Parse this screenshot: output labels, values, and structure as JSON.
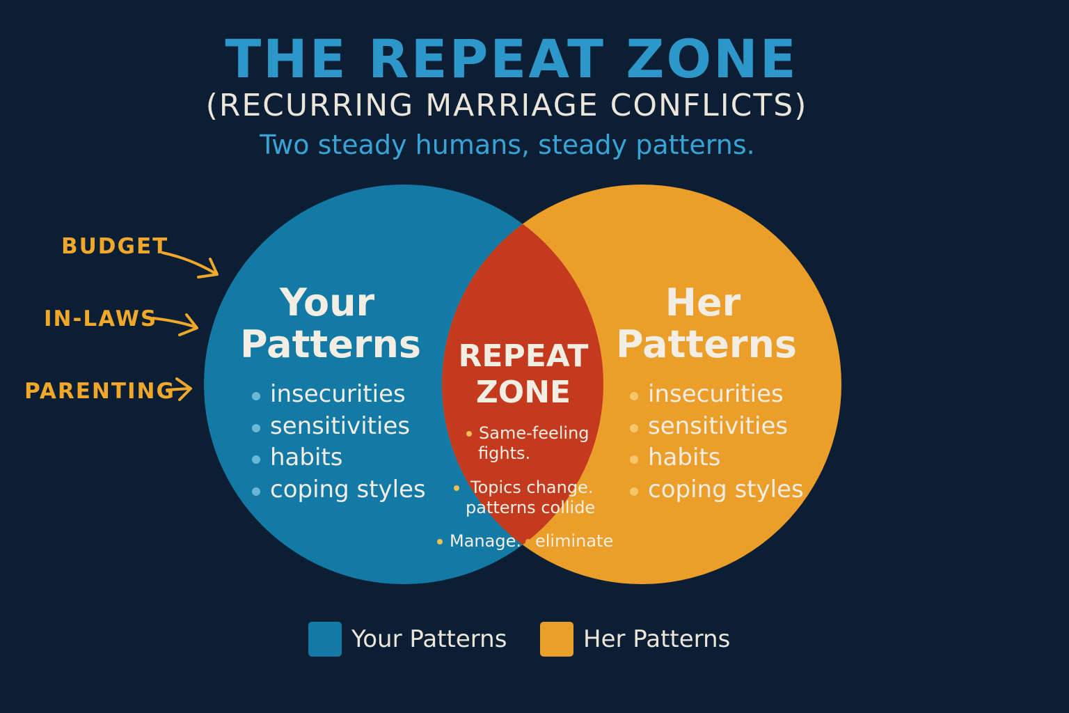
{
  "header": {
    "title": "THE REPEAT ZONE",
    "subtitle": "(RECURRING MARRIAGE CONFLICTS)",
    "tagline": "Two steady humans, steady patterns."
  },
  "colors": {
    "background": "#0b1e34",
    "your": "#137aa6",
    "her": "#eb9e2a",
    "overlap": "#c33a1f",
    "accent": "#f0a82a"
  },
  "topics": [
    "BUDGET",
    "IN-LAWS",
    "PARENTING"
  ],
  "left": {
    "heading_line1": "Your",
    "heading_line2": "Patterns",
    "items": [
      "insecurities",
      "sensitivities",
      "habits",
      "coping styles"
    ]
  },
  "right": {
    "heading_line1": "Her",
    "heading_line2": "Patterns",
    "items": [
      "insecurities",
      "sensitivities",
      "habits",
      "coping styles"
    ]
  },
  "overlap": {
    "heading_line1": "REPEAT",
    "heading_line2": "ZONE",
    "point1_line1": "Same-feeling",
    "point1_line2": "fights.",
    "point2_line1": "Topics change.",
    "point2_line2": "patterns collide",
    "point3_a": "Manage.",
    "point3_b": "eliminate"
  },
  "legend": [
    {
      "label": "Your Patterns"
    },
    {
      "label": "Her Patterns"
    }
  ]
}
